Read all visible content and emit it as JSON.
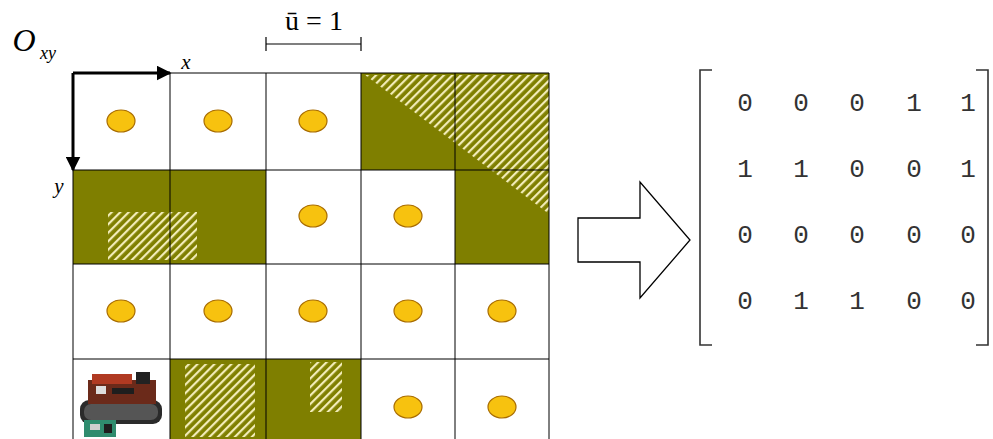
{
  "diagram": {
    "labels": [
      "O",
      "xy",
      "x",
      "y",
      "ū = 1",
      "0",
      "0",
      "0",
      "1",
      "1",
      "1",
      "1",
      "0",
      "0",
      "1",
      "0",
      "0",
      "0",
      "0",
      "0",
      "0",
      "1",
      "1",
      "0",
      "0"
    ]
  }
}
